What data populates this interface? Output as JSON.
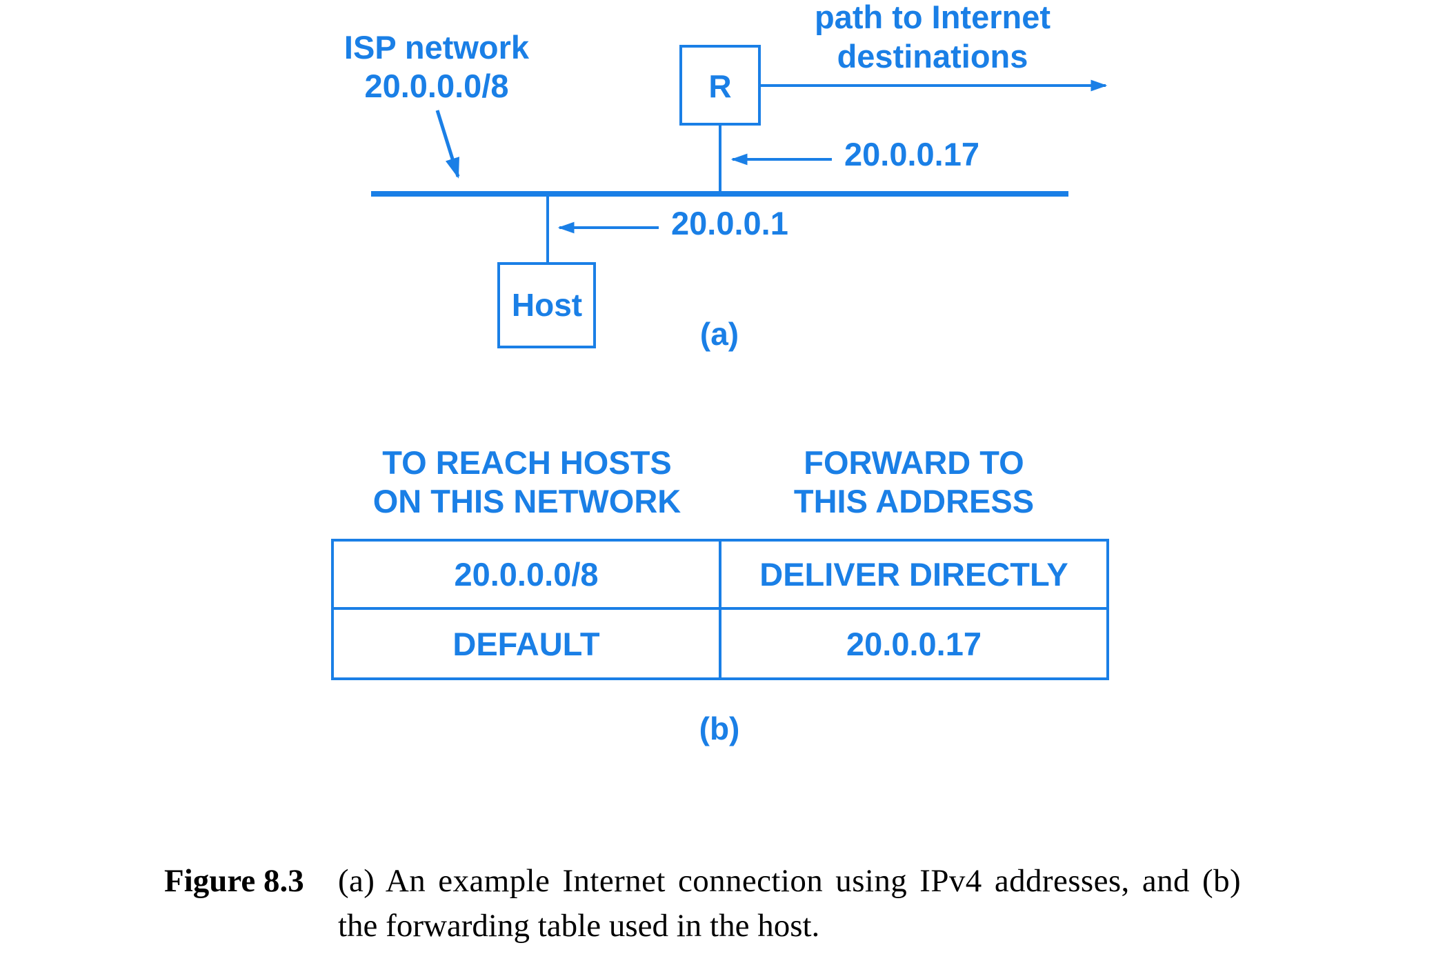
{
  "colors": {
    "diagram": "#1a7fe6",
    "caption": "#000000"
  },
  "part_a": {
    "network_label_line1": "ISP network",
    "network_label_line2": "20.0.0.0/8",
    "router_label": "R",
    "host_label": "Host",
    "path_label_line1": "path to Internet",
    "path_label_line2": "destinations",
    "router_address": "20.0.0.17",
    "host_address": "20.0.0.1",
    "part_label": "(a)"
  },
  "part_b": {
    "headers": [
      {
        "line1": "TO REACH HOSTS",
        "line2": "ON THIS NETWORK"
      },
      {
        "line1": "FORWARD TO",
        "line2": "THIS ADDRESS"
      }
    ],
    "rows": [
      [
        "20.0.0.0/8",
        "DELIVER DIRECTLY"
      ],
      [
        "DEFAULT",
        "20.0.0.17"
      ]
    ],
    "part_label": "(b)"
  },
  "caption": {
    "label": "Figure 8.3",
    "line1": "(a) An example Internet connection using IPv4 addresses, and (b)",
    "line2": "the forwarding table used in the host."
  }
}
